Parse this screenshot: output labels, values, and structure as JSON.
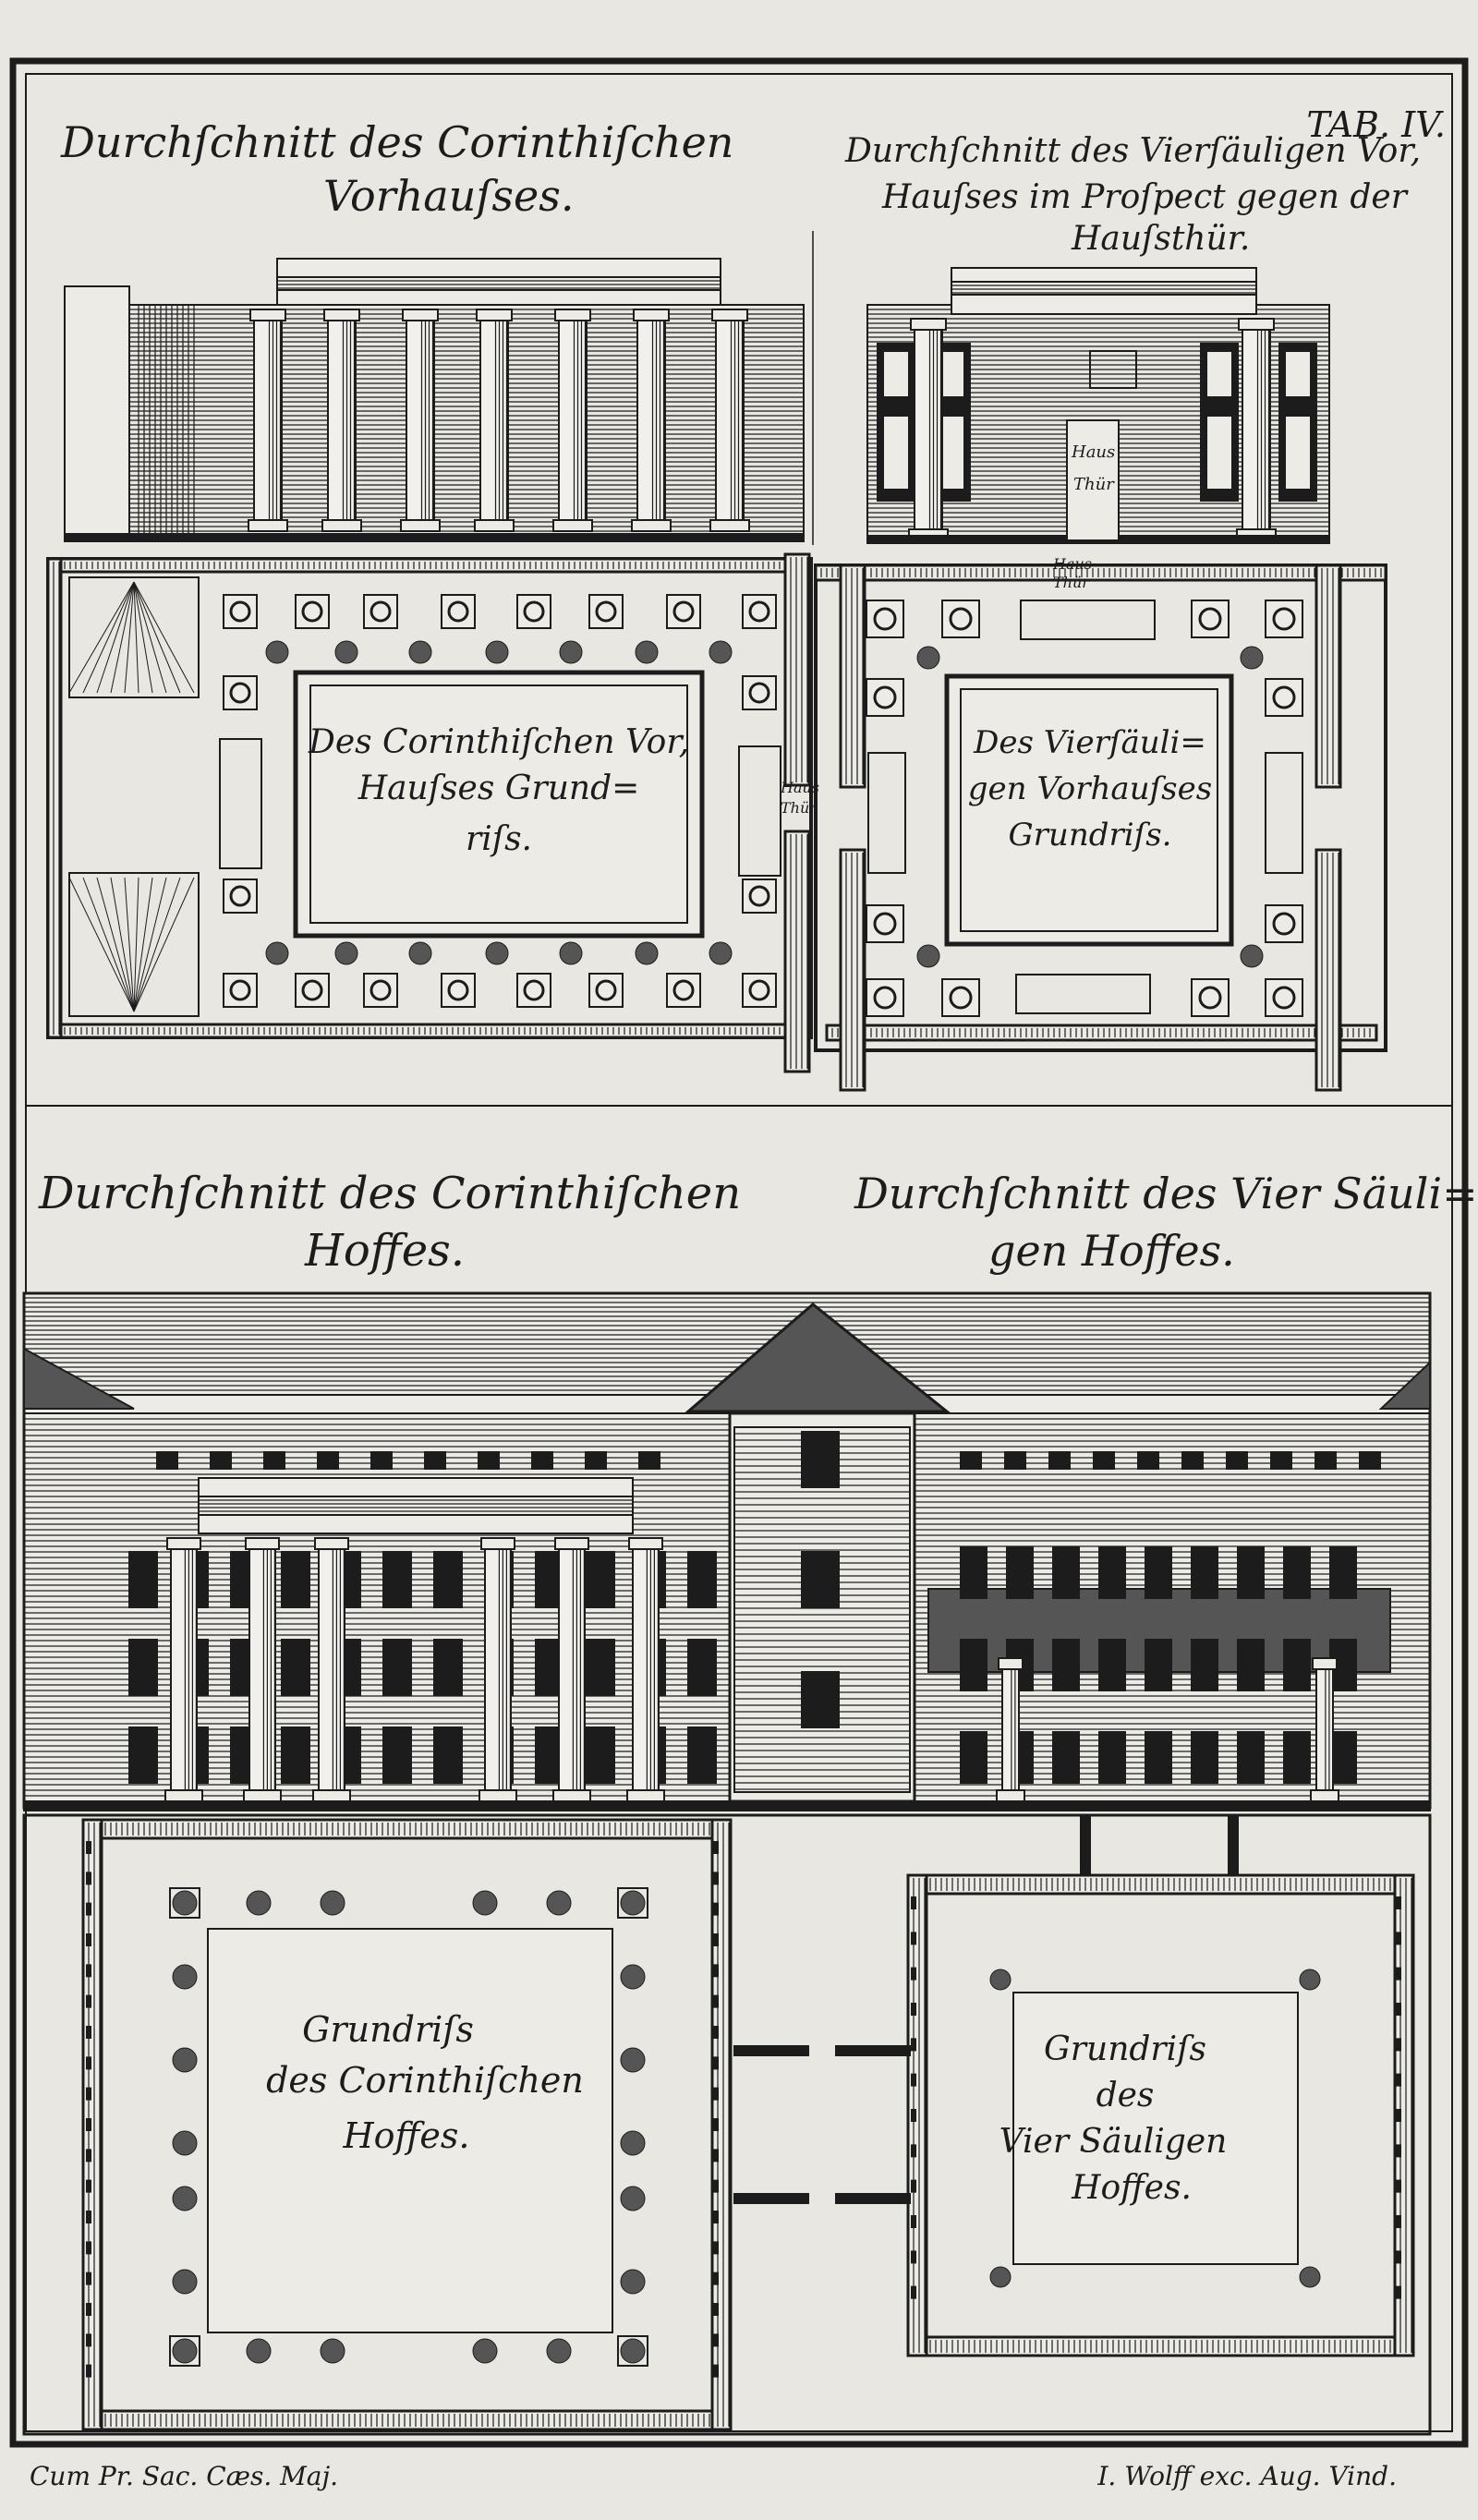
{
  "plate": {
    "number": "TAB. IV.",
    "ink_color": "#1c1c1c",
    "paper_color": "#e9e7e2"
  },
  "top_left_section": {
    "title_line1": "Durchſchnitt des Corinthiſchen",
    "title_line2": "Vorhauſses."
  },
  "top_right_section": {
    "title_line1": "Durchſchnitt des Vierſäuligen Vor,",
    "title_line2": "Hauſses im Proſpect gegen der",
    "title_line3": "Hauſsthür.",
    "door_label_line1": "Haus",
    "door_label_line2": "Thür"
  },
  "top_left_plan": {
    "label_line1": "Des Corinthiſchen Vor,",
    "label_line2": "Hauſses Grund=",
    "label_line3": "riſs.",
    "door_label_line1": "Haus",
    "door_label_line2": "Thür"
  },
  "top_right_plan": {
    "label_line1": "Des Vierſäuli=",
    "label_line2": "gen Vorhauſses",
    "label_line3": "Grundriſs.",
    "door_label_line1": "Haus",
    "door_label_line2": "Thür"
  },
  "bottom_left_section": {
    "title_line1": "Durchſchnitt des Corinthiſchen",
    "title_line2": "Hoffes."
  },
  "bottom_right_section": {
    "title_line1": "Durchſchnitt des Vier Säuli=",
    "title_line2": "gen Hoffes."
  },
  "bottom_left_plan": {
    "label_line1": "Grundriſs",
    "label_line2": "des Corinthiſchen",
    "label_line3": "Hoffes."
  },
  "bottom_right_plan": {
    "label_line1": "Grundriſs",
    "label_line2": "des",
    "label_line3": "Vier Säuligen",
    "label_line4": "Hoffes."
  },
  "footer": {
    "privilege": "Cum Pr. Sac. Cæs. Maj.",
    "publisher": "I. Wolff exc. Aug. Vind."
  }
}
